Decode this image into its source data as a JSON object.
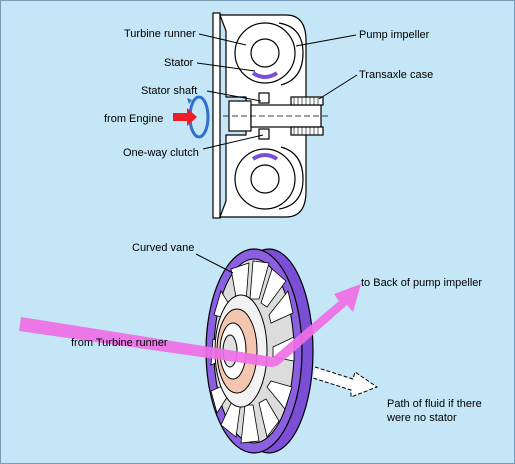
{
  "top_figure": {
    "labels": {
      "turbine_runner": "Turbine runner",
      "stator": "Stator",
      "stator_shaft": "Stator shaft",
      "from_engine": "from Engine",
      "one_way_clutch": "One-way clutch",
      "pump_impeller": "Pump impeller",
      "transaxle_case": "Transaxle case"
    }
  },
  "bottom_figure": {
    "labels": {
      "curved_vane": "Curved vane",
      "to_back_of_pump_impeller": "to Back of pump impeller",
      "from_turbine_runner": "from Turbine runner",
      "path_no_stator_line1": "Path of fluid if there",
      "path_no_stator_line2": "were no stator"
    }
  },
  "colors": {
    "background": "#c5e6f6",
    "flow_arrow": "#ef6fe6",
    "stator_ring": "#7a4fd6",
    "engine_arrow": "#ee1c24",
    "rotation_arrow": "#2f6fd1",
    "metal": "#ffffff"
  },
  "icons": {
    "engine_input": "red-arrow-right",
    "rotation": "curved-rotation-arrow"
  }
}
